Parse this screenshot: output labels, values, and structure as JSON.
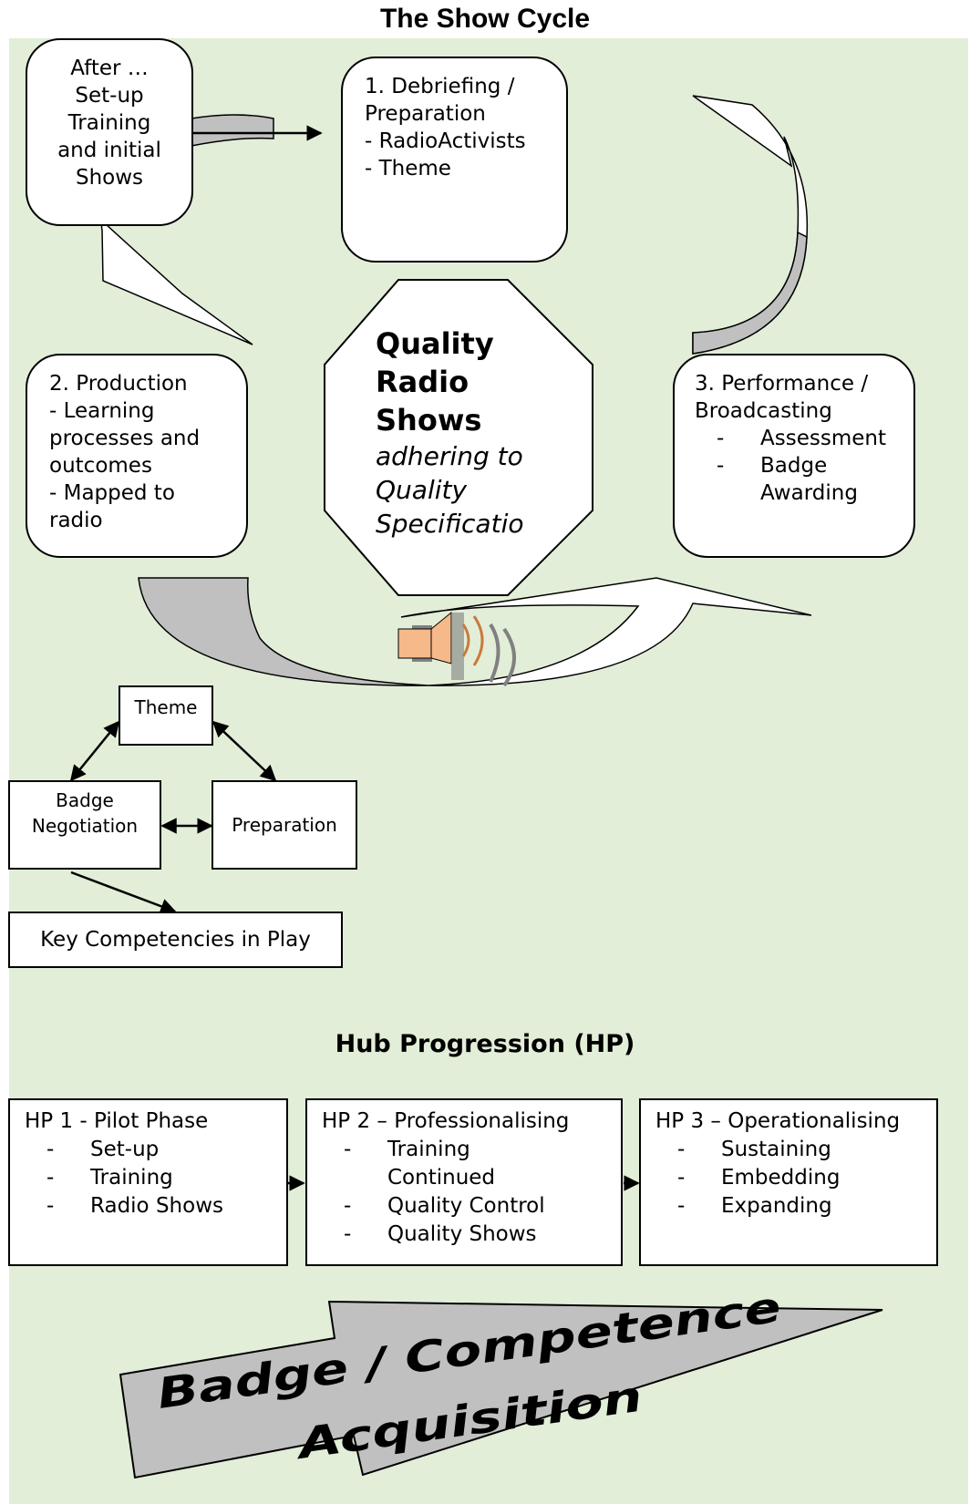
{
  "title": "The Show Cycle",
  "cycle": {
    "start_box": [
      "After …",
      "Set-up",
      "Training",
      "and initial",
      "Shows"
    ],
    "step1": [
      "1. Debriefing /",
      "Preparation",
      "- RadioActivists",
      "- Theme"
    ],
    "step2": [
      "2. Production",
      "- Learning",
      "processes and",
      "outcomes",
      "- Mapped to",
      "radio"
    ],
    "step3": {
      "heading": [
        "3. Performance /",
        "Broadcasting"
      ],
      "items": [
        "Assessment",
        "Badge",
        "Awarding"
      ]
    },
    "center": {
      "bold": [
        "Quality",
        "Radio",
        "Shows"
      ],
      "italic": [
        "adhering to",
        "Quality",
        "Specificatio"
      ]
    }
  },
  "negotiation": {
    "theme": "Theme",
    "badge": [
      "Badge",
      "Negotiation"
    ],
    "preparation": "Preparation",
    "competencies": "Key Competencies in Play"
  },
  "hub": {
    "title": "Hub Progression (HP)",
    "phases": [
      {
        "title": "HP 1 - Pilot Phase",
        "items": [
          "Set-up",
          "Training",
          "Radio Shows"
        ]
      },
      {
        "title": "HP 2 – Professionalising",
        "items": [
          "Training",
          "Continued",
          "Quality Control",
          "Quality Shows"
        ]
      },
      {
        "title": "HP 3 – Operationalising",
        "items": [
          "Sustaining",
          "Embedding",
          "Expanding"
        ]
      }
    ]
  },
  "banner": {
    "line1": "Badge / Competence",
    "line2": "Acquisition"
  },
  "colors": {
    "background": "#e2eed8",
    "arrow_gray": "#c0c0c0",
    "speaker": "#f6b98a"
  },
  "icons": [
    "speaker-icon"
  ]
}
